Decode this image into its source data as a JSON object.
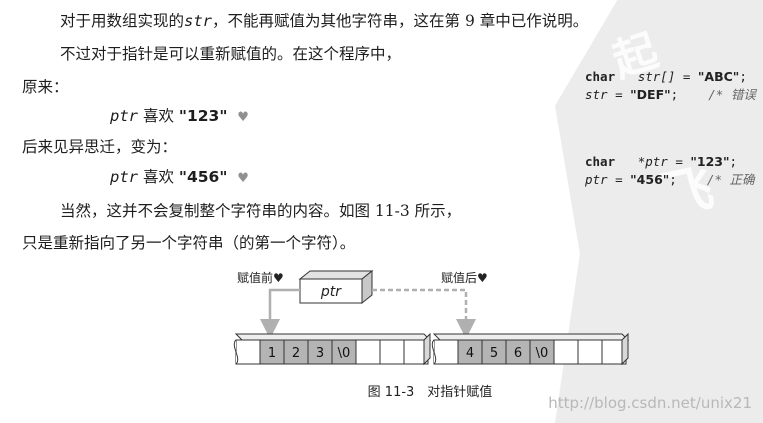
{
  "text": {
    "line1": {
      "pre": "对于用数组实现的",
      "code": "str",
      "post": "，不能再赋值为其他字符串，这在第 9 章中已作说明。"
    },
    "line2": "不过对于指针是可以重新赋值的。在这个程序中，",
    "line3": "原来：",
    "line4": {
      "code": "ptr",
      "mid": "喜欢",
      "str": "\"123\""
    },
    "line5": "后来见异思迁，变为：",
    "line6": {
      "code": "ptr",
      "mid": "喜欢",
      "str": "\"456\""
    },
    "line7": "当然，这并不会复制整个字符串的内容。如图 11-3 所示，",
    "line8": "只是重新指向了另一个字符串（的第一个字符）。",
    "heart": "♥"
  },
  "code": {
    "block1": {
      "l1": {
        "kw": "char",
        "decl": "str[] = ",
        "lit": "\"ABC\"",
        "end": ";"
      },
      "l2": {
        "var": "str",
        "eq": " = ",
        "lit": "\"DEF\"",
        "end": ";",
        "cmt": "/* 错误"
      }
    },
    "block2": {
      "l1": {
        "kw": "char",
        "decl": "*ptr = ",
        "lit": "\"123\"",
        "end": ";"
      },
      "l2": {
        "var": "ptr",
        "eq": " = ",
        "lit": "\"456\"",
        "end": ";",
        "cmt": "/* 正确"
      }
    }
  },
  "figure": {
    "label_before": "赋值前♥",
    "label_after": "赋值后♥",
    "pointer_label": "ptr",
    "left_cells": [
      "1",
      "2",
      "3",
      "\\0"
    ],
    "right_cells": [
      "4",
      "5",
      "6",
      "\\0"
    ],
    "caption": "图 11-3　对指针赋值",
    "gray": "#b4b4b4"
  },
  "watermark": {
    "url": "http://blog.csdn.net/unix21"
  }
}
